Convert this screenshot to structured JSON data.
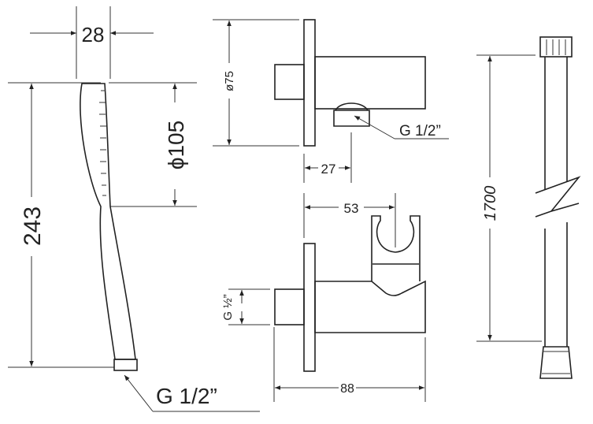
{
  "handshower": {
    "width_label": "28",
    "length_label": "243",
    "head_diameter_label": "ϕ105",
    "thread_label": "G  1/2”"
  },
  "wall_outlet_top": {
    "flange_diameter_label": "ø75",
    "outlet_offset_label": "27",
    "thread_label": "G  1/2”"
  },
  "wall_outlet_bottom": {
    "holder_offset_label": "53",
    "inlet_thread_label": "G ½”",
    "depth_label": "88"
  },
  "rail": {
    "length_label": "1700"
  },
  "colors": {
    "line": "#222222",
    "background": "#ffffff"
  }
}
